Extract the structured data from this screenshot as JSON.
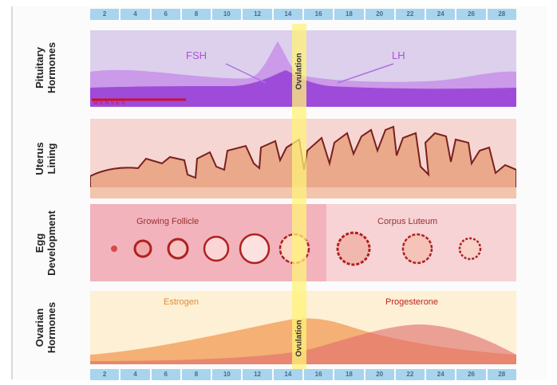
{
  "days": [
    "2",
    "4",
    "6",
    "8",
    "10",
    "12",
    "14",
    "16",
    "18",
    "20",
    "22",
    "24",
    "26",
    "28"
  ],
  "rows": [
    {
      "lines": [
        "Pituitary",
        "Hormones"
      ]
    },
    {
      "lines": [
        "Uterus",
        "Lining"
      ]
    },
    {
      "lines": [
        "Egg",
        "Development"
      ]
    },
    {
      "lines": [
        "Ovarian",
        "Hormones"
      ]
    }
  ],
  "pituitary": {
    "fsh": "FSH",
    "lh": "LH",
    "menses": "MENSES"
  },
  "egg": {
    "growing": "Growing Follicle",
    "corpus": "Corpus Luteum"
  },
  "ovarian": {
    "estrogen": "Estrogen",
    "progesterone": "Progesterone"
  },
  "ovulation": "Ovulation",
  "colors": {
    "fsh": "#c890e8",
    "lh": "#9a42d8",
    "lining": "#7a1f1f",
    "estrogen": "#f3a86a",
    "progesterone": "#e06a6a",
    "ovulation": "#fff378",
    "menses": "#d0102a"
  }
}
